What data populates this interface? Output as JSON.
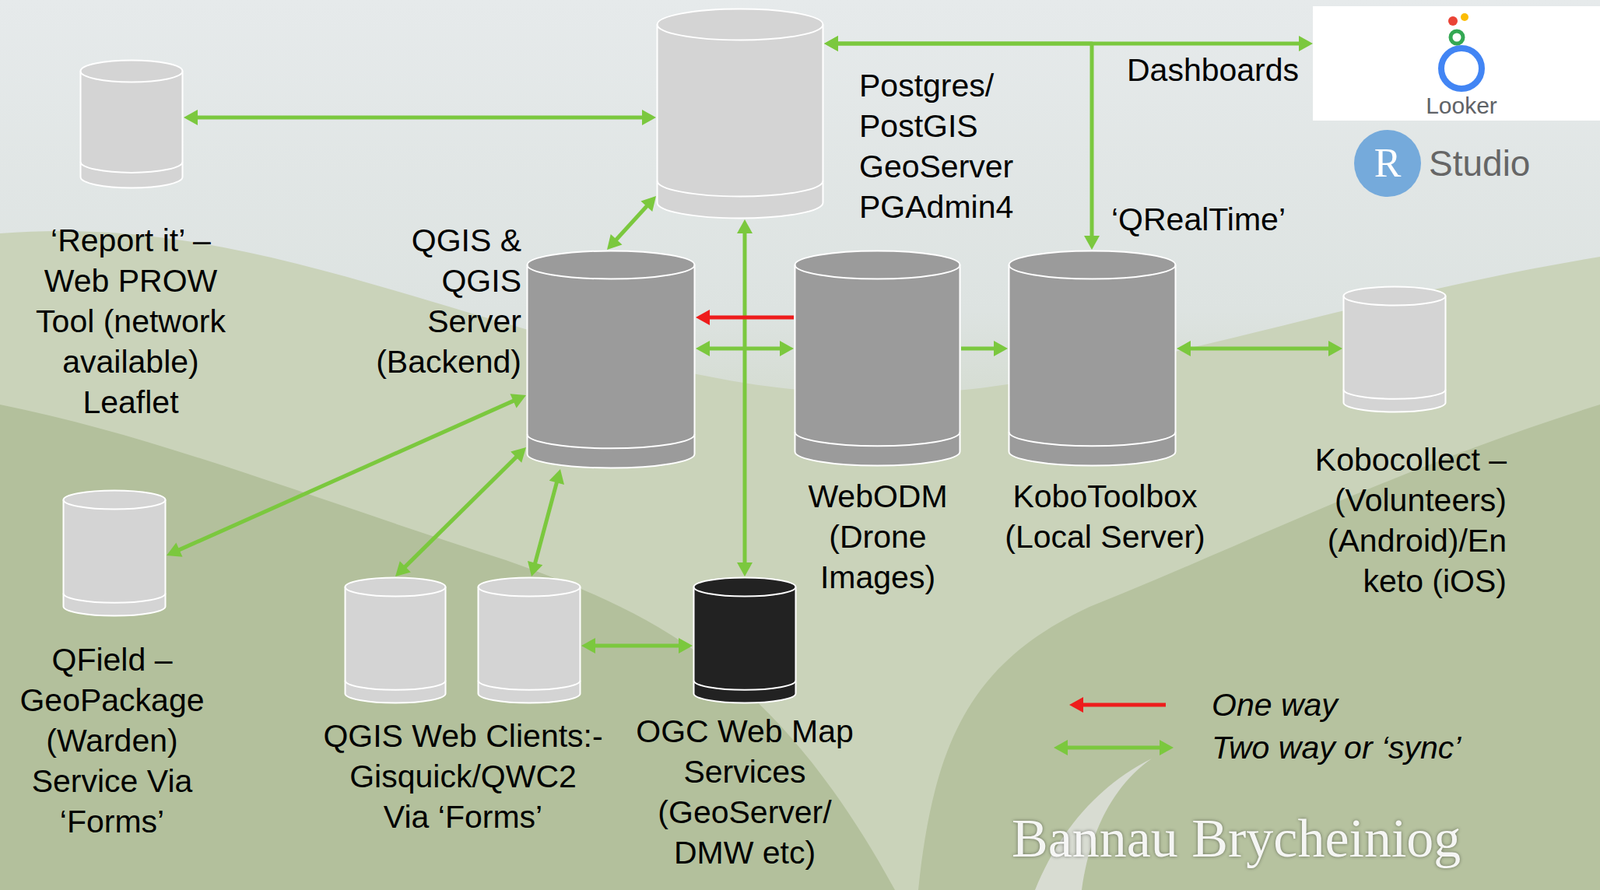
{
  "diagram": {
    "nodes": [
      {
        "text": [
          "‘Report it’ – Web PROW Tool (network available) Leaflet"
        ]
      },
      {
        "text": [
          "Postgres/ PostGIS GeoServer PGAdmin4"
        ]
      },
      {
        "text": [
          "Looker"
        ]
      },
      {
        "text": [
          "QGIS & QGIS Server (Backend)"
        ]
      },
      {
        "text": [
          "WebODM (Drone Images)"
        ]
      },
      {
        "text": [
          "KoboToolbox (Local Server)"
        ]
      },
      {
        "text": [
          "Kobocollect – (Volunteers) (Android)/En keto (iOS)"
        ]
      },
      {
        "text": [
          "QField – GeoPackage (Warden) Service Via ‘Forms’"
        ]
      },
      {
        "text": [
          "QGIS Web Clients:- Gisquick/QWC2 Via ‘Forms’"
        ]
      },
      {
        "text": []
      },
      {
        "text": [
          "OGC Web Map Services (GeoServer/ DMW etc)"
        ]
      }
    ],
    "edges": [
      {
        "from": 0,
        "to": 1,
        "arrow": "both"
      },
      {
        "from": 1,
        "to": 2,
        "label": "Dashboards",
        "arrow": "both"
      },
      {
        "from": 1,
        "to": 5,
        "label": "‘QRealTime’",
        "arrow": "both"
      },
      {
        "from": 1,
        "to": 3,
        "arrow": "both"
      },
      {
        "from": 1,
        "to": 10,
        "arrow": "both"
      },
      {
        "from": 4,
        "to": 3,
        "arrow": "to"
      },
      {
        "from": 3,
        "to": 4,
        "arrow": "both"
      },
      {
        "from": 4,
        "to": 5,
        "arrow": "to"
      },
      {
        "from": 5,
        "to": 6,
        "arrow": "both"
      },
      {
        "from": 3,
        "to": 7,
        "arrow": "both"
      },
      {
        "from": 3,
        "to": 8,
        "arrow": "both"
      },
      {
        "from": 3,
        "to": 9,
        "arrow": "both"
      },
      {
        "from": 9,
        "to": 10,
        "arrow": "both"
      }
    ],
    "labels": [
      "R",
      "Studio",
      "Bannau Brycheiniog"
    ],
    "legend": [
      {
        "text": "One way"
      },
      {
        "text": "Two way or ‘sync’"
      }
    ]
  }
}
